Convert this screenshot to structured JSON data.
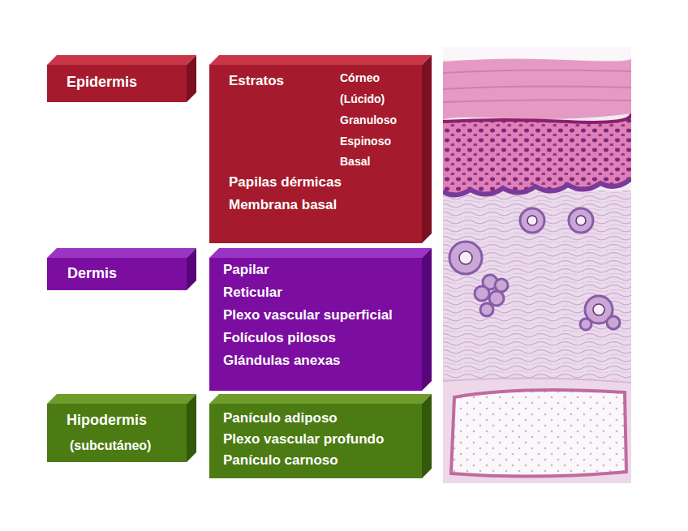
{
  "diagram": {
    "nodes": [
      {
        "text": [
          "Epidermis"
        ]
      },
      {
        "text": [
          "Estratos",
          "Córneo",
          "(Lúcido)",
          "Granuloso",
          "Espinoso",
          "Basal",
          "Papilas dérmicas",
          "Membrana basal"
        ]
      },
      {
        "text": [
          "Dermis"
        ]
      },
      {
        "text": [
          "Papilar",
          "Reticular",
          "Plexo vascular superficial",
          "Folículos pilosos",
          "Glándulas anexas"
        ]
      },
      {
        "text": [
          "Hipodermis",
          "(subcutáneo)"
        ]
      },
      {
        "text": [
          "Panículo adiposo",
          "Plexo vascular profundo",
          "Panículo carnoso"
        ]
      }
    ]
  }
}
